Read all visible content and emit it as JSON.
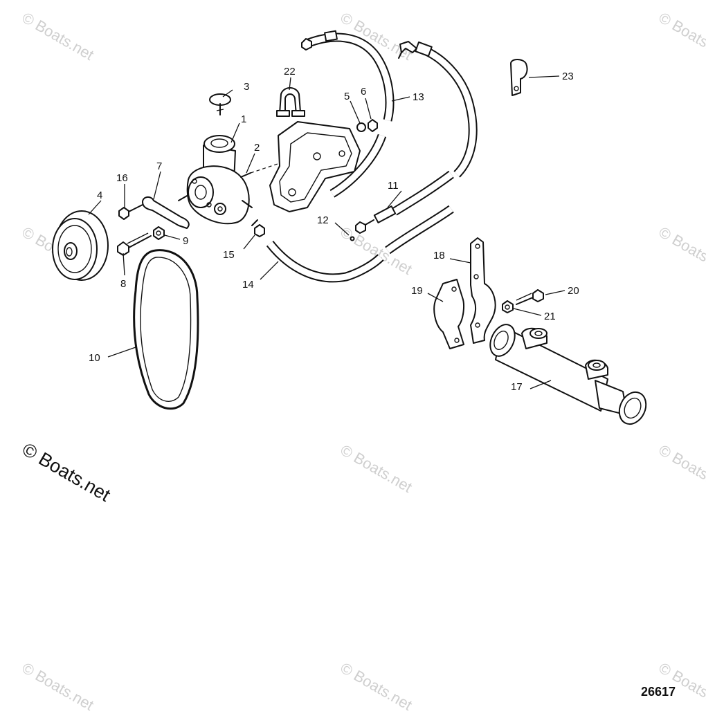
{
  "watermark": "© Boats.net",
  "figure_number": "26617",
  "callouts": [
    "1",
    "2",
    "3",
    "4",
    "5",
    "6",
    "7",
    "8",
    "9",
    "10",
    "11",
    "12",
    "13",
    "14",
    "15",
    "16",
    "17",
    "18",
    "19",
    "20",
    "21",
    "22",
    "23"
  ],
  "colors": {
    "ink": "#111111",
    "watermark": "#cfcfcf",
    "background": "#ffffff"
  }
}
